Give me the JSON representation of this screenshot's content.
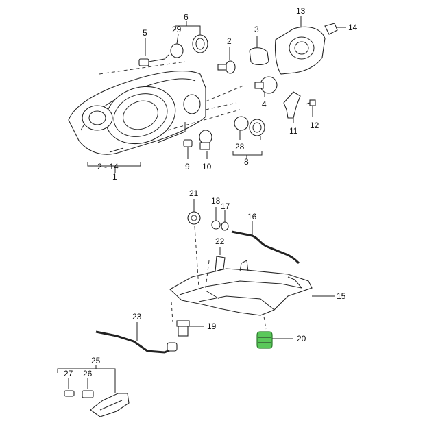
{
  "labels": {
    "p1": "1",
    "p2_14": "2 - 14",
    "p2": "2",
    "p3": "3",
    "p4": "4",
    "p5": "5",
    "p6": "6",
    "p8": "8",
    "p9": "9",
    "p10": "10",
    "p11": "11",
    "p12": "12",
    "p13": "13",
    "p14": "14",
    "p15": "15",
    "p16": "16",
    "p17": "17",
    "p18": "18",
    "p19": "19",
    "p20": "20",
    "p21": "21",
    "p22": "22",
    "p23": "23",
    "p25": "25",
    "p26": "26",
    "p27": "27",
    "p28": "28",
    "p29": "29"
  },
  "colors": {
    "highlight": "#5ac85a",
    "ink": "#222222"
  }
}
